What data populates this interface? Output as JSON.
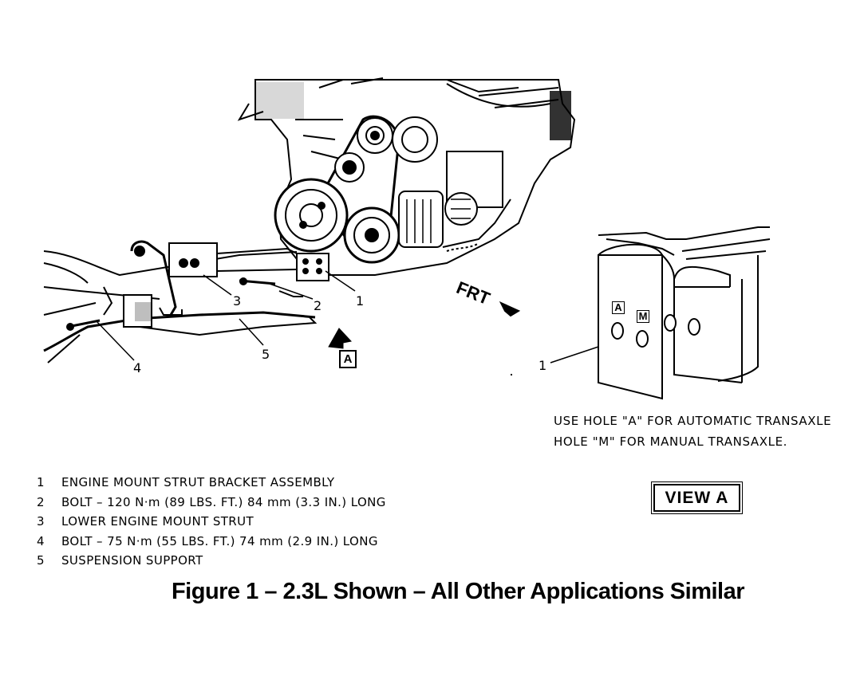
{
  "callouts": {
    "c1": "1",
    "c2": "2",
    "c3": "3",
    "c4": "4",
    "c5": "5",
    "view_c1": "1"
  },
  "front_label": "FRT",
  "view_arrow_label": "A",
  "hole_labels": {
    "a": "A",
    "m": "M"
  },
  "view_a_notes": [
    "USE HOLE \"A\" FOR AUTOMATIC TRANSAXLE",
    "HOLE \"M\" FOR MANUAL TRANSAXLE."
  ],
  "view_label": "VIEW A",
  "legend": [
    {
      "num": "1",
      "text": "ENGINE MOUNT STRUT BRACKET ASSEMBLY"
    },
    {
      "num": "2",
      "text": "BOLT – 120 N·m (89 LBS. FT.) 84 mm (3.3 IN.) LONG"
    },
    {
      "num": "3",
      "text": "LOWER ENGINE MOUNT STRUT"
    },
    {
      "num": "4",
      "text": "BOLT – 75 N·m (55 LBS. FT.) 74 mm (2.9 IN.) LONG"
    },
    {
      "num": "5",
      "text": "SUSPENSION SUPPORT"
    }
  ],
  "caption": "Figure 1 – 2.3L Shown – All Other Applications Similar"
}
